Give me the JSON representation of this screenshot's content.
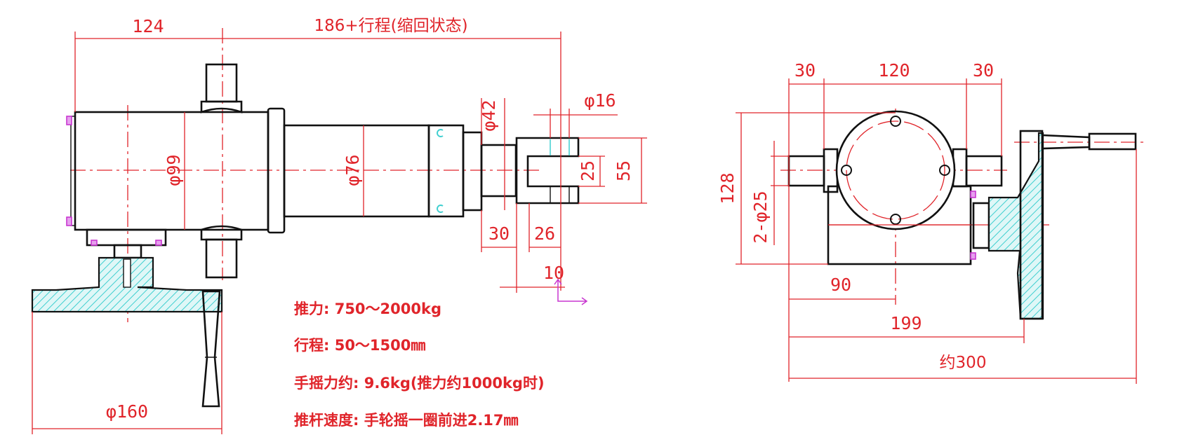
{
  "drawing": {
    "left_view": {
      "dim_124": "124",
      "dim_stroke": "186+行程(缩回状态)",
      "dim_phi99": "φ99",
      "dim_phi76": "φ76",
      "dim_phi42": "φ42",
      "dim_phi16": "φ16",
      "dim_25": "25",
      "dim_55": "55",
      "dim_30": "30",
      "dim_26": "26",
      "dim_10": "10",
      "dim_phi160": "φ160"
    },
    "right_view": {
      "dim_30_left": "30",
      "dim_120": "120",
      "dim_30_right": "30",
      "dim_128": "128",
      "dim_2phi25": "2-φ25",
      "dim_90": "90",
      "dim_199": "199",
      "dim_300": "约300"
    },
    "specs": [
      "推力: 750～2000kg",
      "行程: 50～1500㎜",
      "手摇力约: 9.6kg(推力约1000kg时)",
      "推杆速度: 手轮摇一圈前进2.17㎜"
    ],
    "colors": {
      "dimension": "#e0242a",
      "outline": "#111111",
      "section_hatch": "#3fcfd0",
      "fastener": "#c836d0"
    }
  }
}
